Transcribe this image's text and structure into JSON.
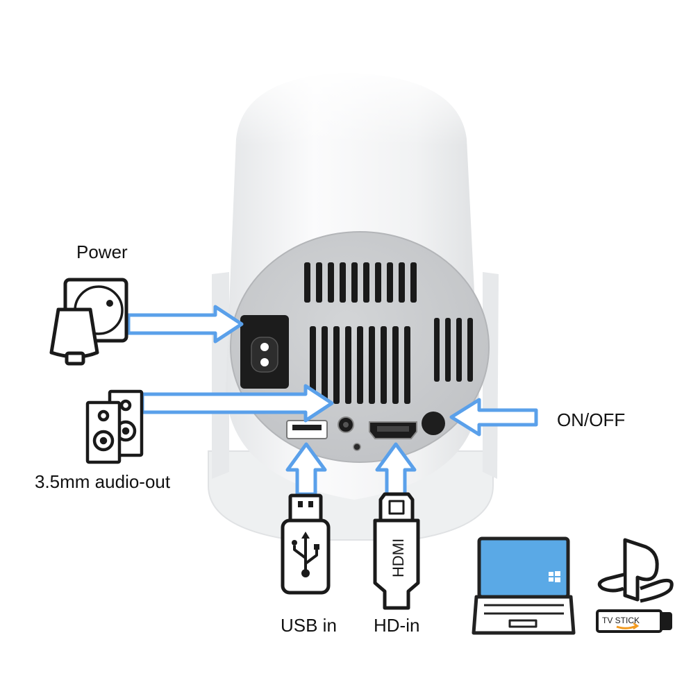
{
  "labels": {
    "power": "Power",
    "audio_out": "3.5mm audio-out",
    "on_off": "ON/OFF",
    "usb_in": "USB in",
    "hd_in": "HD-in"
  },
  "connector_text": {
    "hdmi": "HDMI",
    "tv_stick": "TV STICK"
  },
  "colors": {
    "arrow_outline": "#5aa0ea",
    "arrow_fill": "#ffffff",
    "laptop_screen": "#5aa9e6",
    "panel_gray": "#c9cbcd",
    "port_black": "#1c1c1c",
    "body_white": "#f3f4f5",
    "amazon_orange": "#f29a1f"
  },
  "icons": [
    "power-socket-icon",
    "speakers-icon",
    "usb-plug-icon",
    "hdmi-plug-icon",
    "laptop-icon",
    "playstation-logo-icon",
    "tv-stick-icon",
    "windows-logo-icon"
  ]
}
